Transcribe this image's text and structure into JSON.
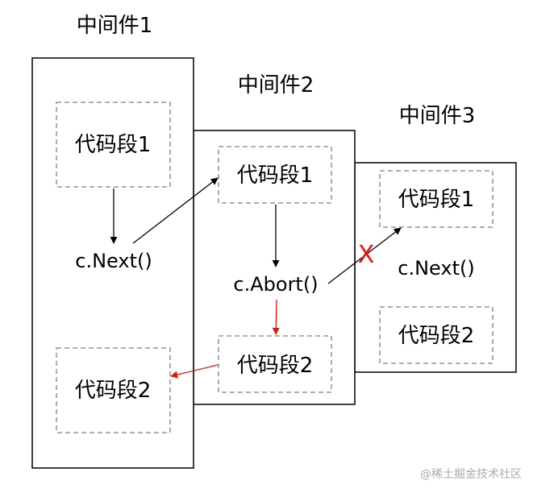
{
  "middlewares": [
    {
      "title": "中间件1",
      "segment_top": "代码段1",
      "call": "c.Next()",
      "segment_bottom": "代码段2"
    },
    {
      "title": "中间件2",
      "segment_top": "代码段1",
      "call": "c.Abort()",
      "segment_bottom": "代码段2"
    },
    {
      "title": "中间件3",
      "segment_top": "代码段1",
      "call": "c.Next()",
      "segment_bottom": "代码段2"
    }
  ],
  "blocked_marker": "X",
  "watermark": "@稀土掘金技术社区",
  "colors": {
    "box_border": "#000000",
    "dashed_border": "#7f7f7f",
    "arrow_normal": "#000000",
    "arrow_abort": "#e8140c",
    "background": "#ffffff"
  }
}
